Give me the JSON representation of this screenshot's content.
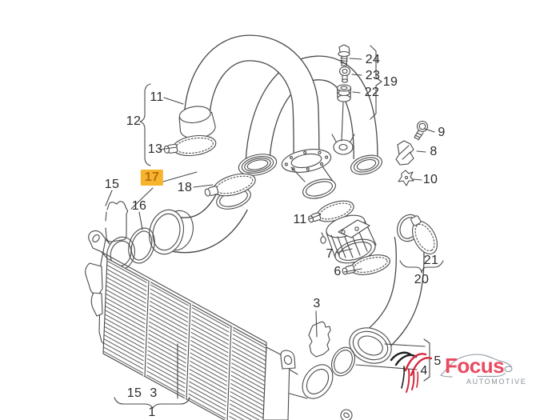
{
  "diagram": {
    "line_color": "#4A4A4A",
    "highlight_color": "#F4B42C",
    "highlight_text_color": "#BE6B12",
    "callouts": [
      {
        "text": "11",
        "highlighted": false
      },
      {
        "text": "12",
        "highlighted": false
      },
      {
        "text": "13",
        "highlighted": false
      },
      {
        "text": "15",
        "highlighted": false
      },
      {
        "text": "17",
        "highlighted": true
      },
      {
        "text": "18",
        "highlighted": false
      },
      {
        "text": "16",
        "highlighted": false
      },
      {
        "text": "24",
        "highlighted": false
      },
      {
        "text": "23",
        "highlighted": false
      },
      {
        "text": "22",
        "highlighted": false
      },
      {
        "text": "19",
        "highlighted": false
      },
      {
        "text": "9",
        "highlighted": false
      },
      {
        "text": "8",
        "highlighted": false
      },
      {
        "text": "10",
        "highlighted": false
      },
      {
        "text": "11",
        "highlighted": false
      },
      {
        "text": "7",
        "highlighted": false
      },
      {
        "text": "6",
        "highlighted": false
      },
      {
        "text": "21",
        "highlighted": false
      },
      {
        "text": "20",
        "highlighted": false
      },
      {
        "text": "3",
        "highlighted": false
      },
      {
        "text": "5",
        "highlighted": false
      },
      {
        "text": "4",
        "highlighted": false
      },
      {
        "text": "15",
        "highlighted": false
      },
      {
        "text": "3",
        "highlighted": false
      },
      {
        "text": "1",
        "highlighted": false
      }
    ]
  },
  "logo": {
    "brand": "Focus",
    "subtitle": "AUTOMOTIVE",
    "brand_color": "#EA4A60",
    "subtitle_color": "#8A9096"
  }
}
